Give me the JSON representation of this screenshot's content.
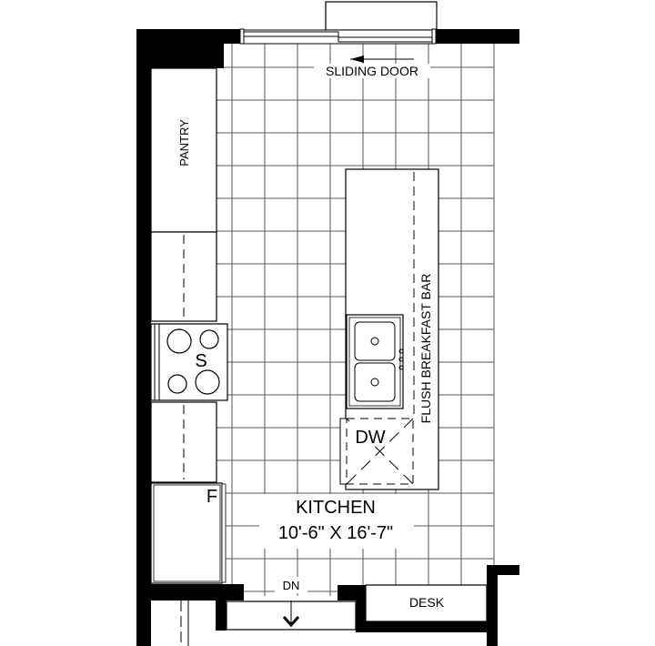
{
  "plan": {
    "room_name": "KITCHEN",
    "room_size": "10'-6\" X 16'-7\"",
    "labels": {
      "sliding_door": "SLIDING DOOR",
      "pantry": "PANTRY",
      "stove": "S",
      "fridge": "F",
      "dishwasher": "DW",
      "breakfast_bar": "FLUSH BREAKFAST BAR",
      "stairs_down": "DN",
      "desk": "DESK"
    }
  }
}
